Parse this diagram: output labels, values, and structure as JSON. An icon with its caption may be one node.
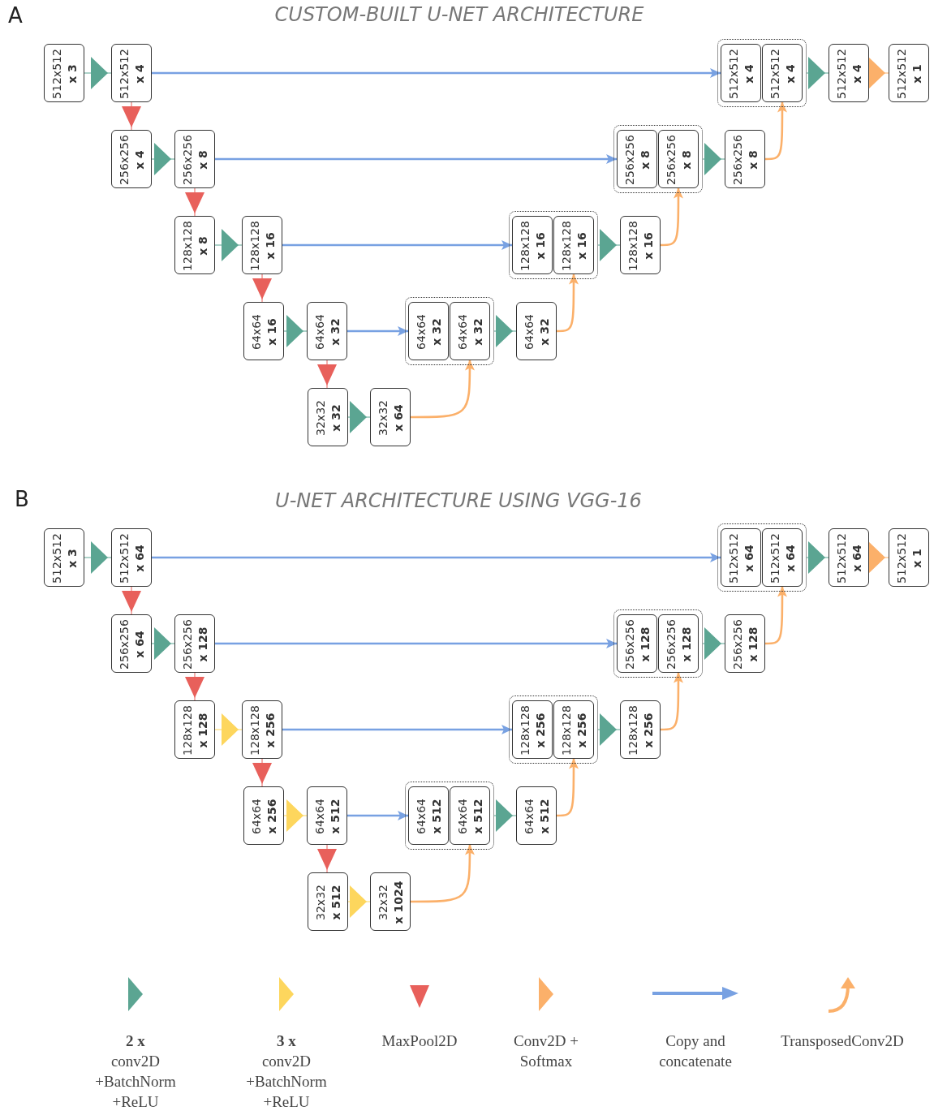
{
  "diagram": {
    "nodes": [
      {
        "text": [
          "512x512",
          "x 3"
        ]
      },
      {
        "text": [
          "512x512",
          "x 4"
        ]
      },
      {
        "text": [],
        "shape": "box"
      },
      {
        "text": [
          "512x512",
          "x 4"
        ],
        "in": 2
      },
      {
        "text": [
          "512x512",
          "x 4"
        ],
        "in": 2
      },
      {
        "text": [
          "512x512",
          "x 4"
        ]
      },
      {
        "text": [
          "512x512",
          "x 1"
        ]
      },
      {
        "text": [
          "256x256",
          "x 4"
        ]
      },
      {
        "text": [
          "256x256",
          "x 8"
        ]
      },
      {
        "text": [],
        "shape": "box"
      },
      {
        "text": [
          "256x256",
          "x 8"
        ],
        "in": 9
      },
      {
        "text": [
          "256x256",
          "x 8"
        ],
        "in": 9
      },
      {
        "text": [
          "256x256",
          "x 8"
        ]
      },
      {
        "text": [
          "128x128",
          "x 8"
        ]
      },
      {
        "text": [
          "128x128",
          "x 16"
        ]
      },
      {
        "text": [],
        "shape": "box"
      },
      {
        "text": [
          "128x128",
          "x 16"
        ],
        "in": 15
      },
      {
        "text": [
          "128x128",
          "x 16"
        ],
        "in": 15
      },
      {
        "text": [
          "128x128",
          "x 16"
        ]
      },
      {
        "text": [
          "64x64",
          "x 16"
        ]
      },
      {
        "text": [
          "64x64",
          "x 32"
        ]
      },
      {
        "text": [],
        "shape": "box"
      },
      {
        "text": [
          "64x64",
          "x 32"
        ],
        "in": 21
      },
      {
        "text": [
          "64x64",
          "x 32"
        ],
        "in": 21
      },
      {
        "text": [
          "64x64",
          "x 32"
        ]
      },
      {
        "text": [
          "32x32",
          "x 32"
        ]
      },
      {
        "text": [
          "32x32",
          "x 64"
        ]
      },
      {
        "text": [
          "512x512",
          "x 3"
        ]
      },
      {
        "text": [
          "512x512",
          "x 64"
        ]
      },
      {
        "text": [],
        "shape": "box"
      },
      {
        "text": [
          "512x512",
          "x 64"
        ],
        "in": 29
      },
      {
        "text": [
          "512x512",
          "x 64"
        ],
        "in": 29
      },
      {
        "text": [
          "512x512",
          "x 64"
        ]
      },
      {
        "text": [
          "512x512",
          "x 1"
        ]
      },
      {
        "text": [
          "256x256",
          "x 64"
        ]
      },
      {
        "text": [
          "256x256",
          "x 128"
        ]
      },
      {
        "text": [],
        "shape": "box"
      },
      {
        "text": [
          "256x256",
          "x 128"
        ],
        "in": 36
      },
      {
        "text": [
          "256x256",
          "x 128"
        ],
        "in": 36
      },
      {
        "text": [
          "256x256",
          "x 128"
        ]
      },
      {
        "text": [
          "128x128",
          "x 128"
        ]
      },
      {
        "text": [
          "128x128",
          "x 256"
        ]
      },
      {
        "text": [],
        "shape": "box"
      },
      {
        "text": [
          "128x128",
          "x 256"
        ],
        "in": 42
      },
      {
        "text": [
          "128x128",
          "x 256"
        ],
        "in": 42
      },
      {
        "text": [
          "128x128",
          "x 256"
        ]
      },
      {
        "text": [
          "64x64",
          "x 256"
        ]
      },
      {
        "text": [
          "64x64",
          "x 512"
        ]
      },
      {
        "text": [],
        "shape": "box"
      },
      {
        "text": [
          "64x64",
          "x 512"
        ],
        "in": 48
      },
      {
        "text": [
          "64x64",
          "x 512"
        ],
        "in": 48
      },
      {
        "text": [
          "64x64",
          "x 512"
        ]
      },
      {
        "text": [
          "32x32",
          "x 512"
        ]
      },
      {
        "text": [
          "32x32",
          "x 1024"
        ]
      }
    ],
    "edges": [
      {
        "from": 0,
        "to": 1,
        "arrow": "to",
        "color": "#5ba592"
      },
      {
        "from": 1,
        "to": 3,
        "arrow": "to",
        "color": "#78a1e2"
      },
      {
        "from": 2,
        "to": 5,
        "arrow": "to",
        "color": "#5ba592"
      },
      {
        "from": 5,
        "to": 6,
        "arrow": "to",
        "color": "#fbb06a"
      },
      {
        "from": 1,
        "to": 7,
        "arrow": "to",
        "color": "#e8605b"
      },
      {
        "from": 7,
        "to": 8,
        "arrow": "to",
        "color": "#5ba592"
      },
      {
        "from": 8,
        "to": 10,
        "arrow": "to",
        "color": "#78a1e2"
      },
      {
        "from": 9,
        "to": 12,
        "arrow": "to",
        "color": "#5ba592"
      },
      {
        "from": 12,
        "to": 4,
        "arrow": "to",
        "color": "#fbb06a"
      },
      {
        "from": 8,
        "to": 13,
        "arrow": "to",
        "color": "#e8605b"
      },
      {
        "from": 13,
        "to": 14,
        "arrow": "to",
        "color": "#5ba592"
      },
      {
        "from": 14,
        "to": 16,
        "arrow": "to",
        "color": "#78a1e2"
      },
      {
        "from": 15,
        "to": 18,
        "arrow": "to",
        "color": "#5ba592"
      },
      {
        "from": 18,
        "to": 11,
        "arrow": "to",
        "color": "#fbb06a"
      },
      {
        "from": 14,
        "to": 19,
        "arrow": "to",
        "color": "#e8605b"
      },
      {
        "from": 19,
        "to": 20,
        "arrow": "to",
        "color": "#5ba592"
      },
      {
        "from": 20,
        "to": 22,
        "arrow": "to",
        "color": "#78a1e2"
      },
      {
        "from": 21,
        "to": 24,
        "arrow": "to",
        "color": "#5ba592"
      },
      {
        "from": 24,
        "to": 17,
        "arrow": "to",
        "color": "#fbb06a"
      },
      {
        "from": 20,
        "to": 25,
        "arrow": "to",
        "color": "#e8605b"
      },
      {
        "from": 25,
        "to": 26,
        "arrow": "to",
        "color": "#5ba592"
      },
      {
        "from": 26,
        "to": 23,
        "arrow": "to",
        "color": "#fbb06a"
      },
      {
        "from": 27,
        "to": 28,
        "arrow": "to",
        "color": "#5ba592"
      },
      {
        "from": 28,
        "to": 30,
        "arrow": "to",
        "color": "#78a1e2"
      },
      {
        "from": 29,
        "to": 32,
        "arrow": "to",
        "color": "#5ba592"
      },
      {
        "from": 32,
        "to": 33,
        "arrow": "to",
        "color": "#fbb06a"
      },
      {
        "from": 28,
        "to": 34,
        "arrow": "to",
        "color": "#e8605b"
      },
      {
        "from": 34,
        "to": 35,
        "arrow": "to",
        "color": "#5ba592"
      },
      {
        "from": 35,
        "to": 37,
        "arrow": "to",
        "color": "#78a1e2"
      },
      {
        "from": 36,
        "to": 39,
        "arrow": "to",
        "color": "#5ba592"
      },
      {
        "from": 39,
        "to": 31,
        "arrow": "to",
        "color": "#fbb06a"
      },
      {
        "from": 35,
        "to": 40,
        "arrow": "to",
        "color": "#e8605b"
      },
      {
        "from": 40,
        "to": 41,
        "arrow": "to",
        "color": "#fdd65d"
      },
      {
        "from": 41,
        "to": 43,
        "arrow": "to",
        "color": "#78a1e2"
      },
      {
        "from": 42,
        "to": 45,
        "arrow": "to",
        "color": "#5ba592"
      },
      {
        "from": 45,
        "to": 38,
        "arrow": "to",
        "color": "#fbb06a"
      },
      {
        "from": 41,
        "to": 46,
        "arrow": "to",
        "color": "#e8605b"
      },
      {
        "from": 46,
        "to": 47,
        "arrow": "to",
        "color": "#fdd65d"
      },
      {
        "from": 47,
        "to": 49,
        "arrow": "to",
        "color": "#78a1e2"
      },
      {
        "from": 48,
        "to": 51,
        "arrow": "to",
        "color": "#5ba592"
      },
      {
        "from": 51,
        "to": 44,
        "arrow": "to",
        "color": "#fbb06a"
      },
      {
        "from": 47,
        "to": 52,
        "arrow": "to",
        "color": "#e8605b"
      },
      {
        "from": 52,
        "to": 53,
        "arrow": "to",
        "color": "#fdd65d"
      },
      {
        "from": 53,
        "to": 50,
        "arrow": "to",
        "color": "#fbb06a"
      }
    ],
    "labels": [
      "A",
      "CUSTOM-BUILT U-NET ARCHITECTURE",
      "B",
      "U-NET ARCHITECTURE USING VGG-16"
    ],
    "legend": [
      {
        "text": "**2 x** conv2D +BatchNorm +ReLU",
        "color": "#5ba592"
      },
      {
        "text": "**3 x** conv2D +BatchNorm +ReLU",
        "color": "#fdd65d"
      },
      {
        "text": "MaxPool2D",
        "color": "#e8605b"
      },
      {
        "text": "Conv2D + Softmax",
        "color": "#fbb06a"
      },
      {
        "text": "Copy and concatenate",
        "color": "#78a1e2"
      },
      {
        "text": "TransposedConv2D",
        "color": "#fbb06a"
      }
    ]
  }
}
